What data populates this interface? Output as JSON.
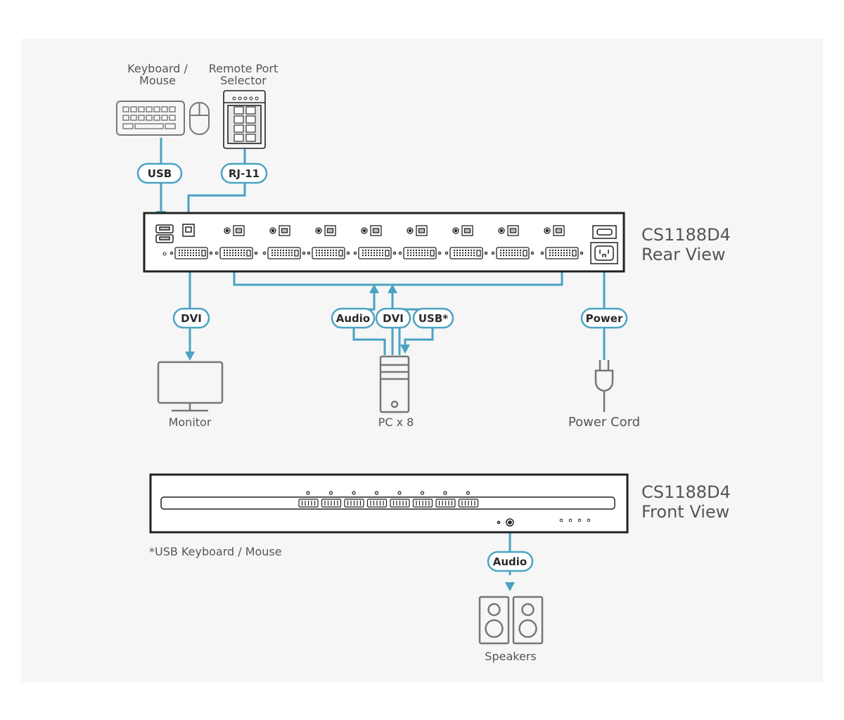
{
  "colors": {
    "background": "#f6f6f6",
    "connector": "#4aa3c2",
    "device_stroke": "#222222",
    "icon_stroke": "#777777",
    "text": "#555555"
  },
  "devices": {
    "keyboard_label_1": "Keyboard /",
    "keyboard_label_2": "Mouse",
    "remote_label_1": "Remote Port",
    "remote_label_2": "Selector",
    "monitor_label": "Monitor",
    "pc_label": "PC x 8",
    "power_cord_label": "Power Cord",
    "speakers_label": "Speakers"
  },
  "cables": {
    "usb": "USB",
    "rj11": "RJ-11",
    "dvi_monitor": "DVI",
    "audio_pc": "Audio",
    "dvi_pc": "DVI",
    "usb_pc": "USB*",
    "power": "Power",
    "audio_speakers": "Audio"
  },
  "rear": {
    "model": "CS1188D4",
    "view": "Rear View"
  },
  "front": {
    "model": "CS1188D4",
    "view": "Front View"
  },
  "footnote": "*USB Keyboard / Mouse"
}
